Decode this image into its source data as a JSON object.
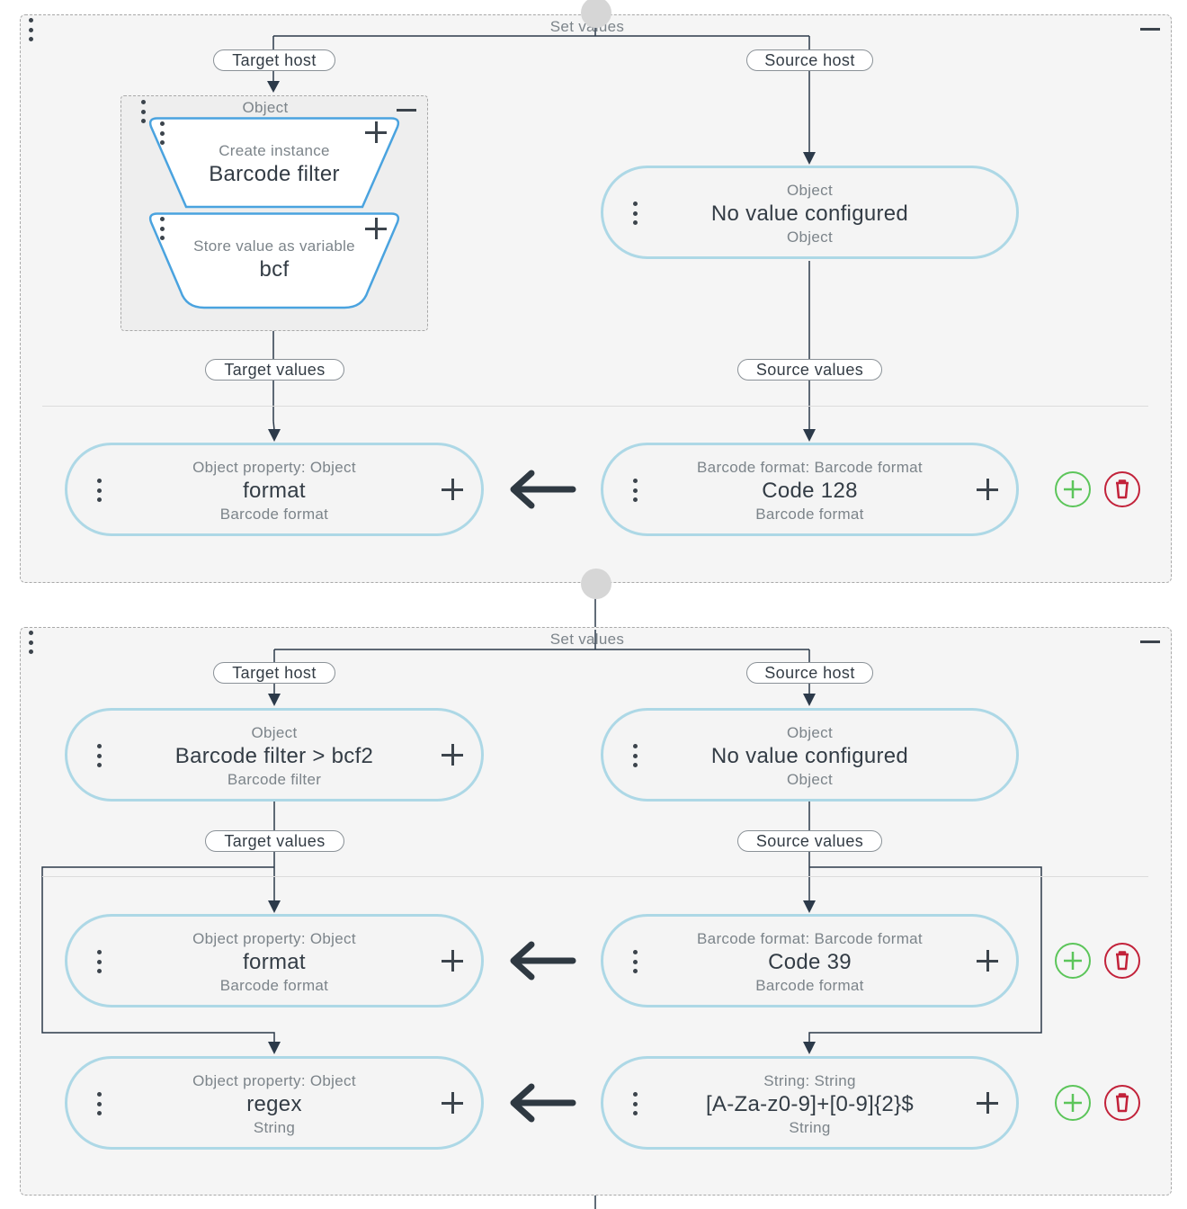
{
  "blocks": [
    {
      "title": "Set values",
      "target_host_label": "Target host",
      "source_host_label": "Source host",
      "target_values_label": "Target values",
      "source_values_label": "Source values",
      "target_group": {
        "title": "Object",
        "items": [
          {
            "subtitle": "Create instance",
            "value": "Barcode filter"
          },
          {
            "subtitle": "Store value as variable",
            "value": "bcf"
          }
        ]
      },
      "source_host_node": {
        "subtitle": "Object",
        "value": "No value configured",
        "type": "Object"
      },
      "rows": [
        {
          "target": {
            "subtitle": "Object property: Object",
            "value": "format",
            "type": "Barcode format"
          },
          "source": {
            "subtitle": "Barcode format: Barcode format",
            "value": "Code 128",
            "type": "Barcode format"
          }
        }
      ]
    },
    {
      "title": "Set values",
      "target_host_label": "Target host",
      "source_host_label": "Source host",
      "target_values_label": "Target values",
      "source_values_label": "Source values",
      "target_host_node": {
        "subtitle": "Object",
        "value": "Barcode filter > bcf2",
        "type": "Barcode filter"
      },
      "source_host_node": {
        "subtitle": "Object",
        "value": "No value configured",
        "type": "Object"
      },
      "rows": [
        {
          "target": {
            "subtitle": "Object property: Object",
            "value": "format",
            "type": "Barcode format"
          },
          "source": {
            "subtitle": "Barcode format: Barcode format",
            "value": "Code 39",
            "type": "Barcode format"
          }
        },
        {
          "target": {
            "subtitle": "Object property: Object",
            "value": "regex",
            "type": "String"
          },
          "source": {
            "subtitle": "String: String",
            "value": "[A-Za-z0-9]+[0-9]{2}$",
            "type": "String"
          }
        }
      ]
    }
  ],
  "icons": {
    "menu": "kebab-menu-icon",
    "collapse": "minus-icon",
    "add": "plus-icon",
    "assign": "arrow-left-icon",
    "add_row": "plus-circle-icon",
    "delete_row": "trash-icon"
  },
  "colors": {
    "node_border": "#add8e6",
    "group_item_border": "#4aa3df",
    "add_green": "#5cc55a",
    "delete_red": "#c2223a",
    "line": "#2c3a4a"
  }
}
